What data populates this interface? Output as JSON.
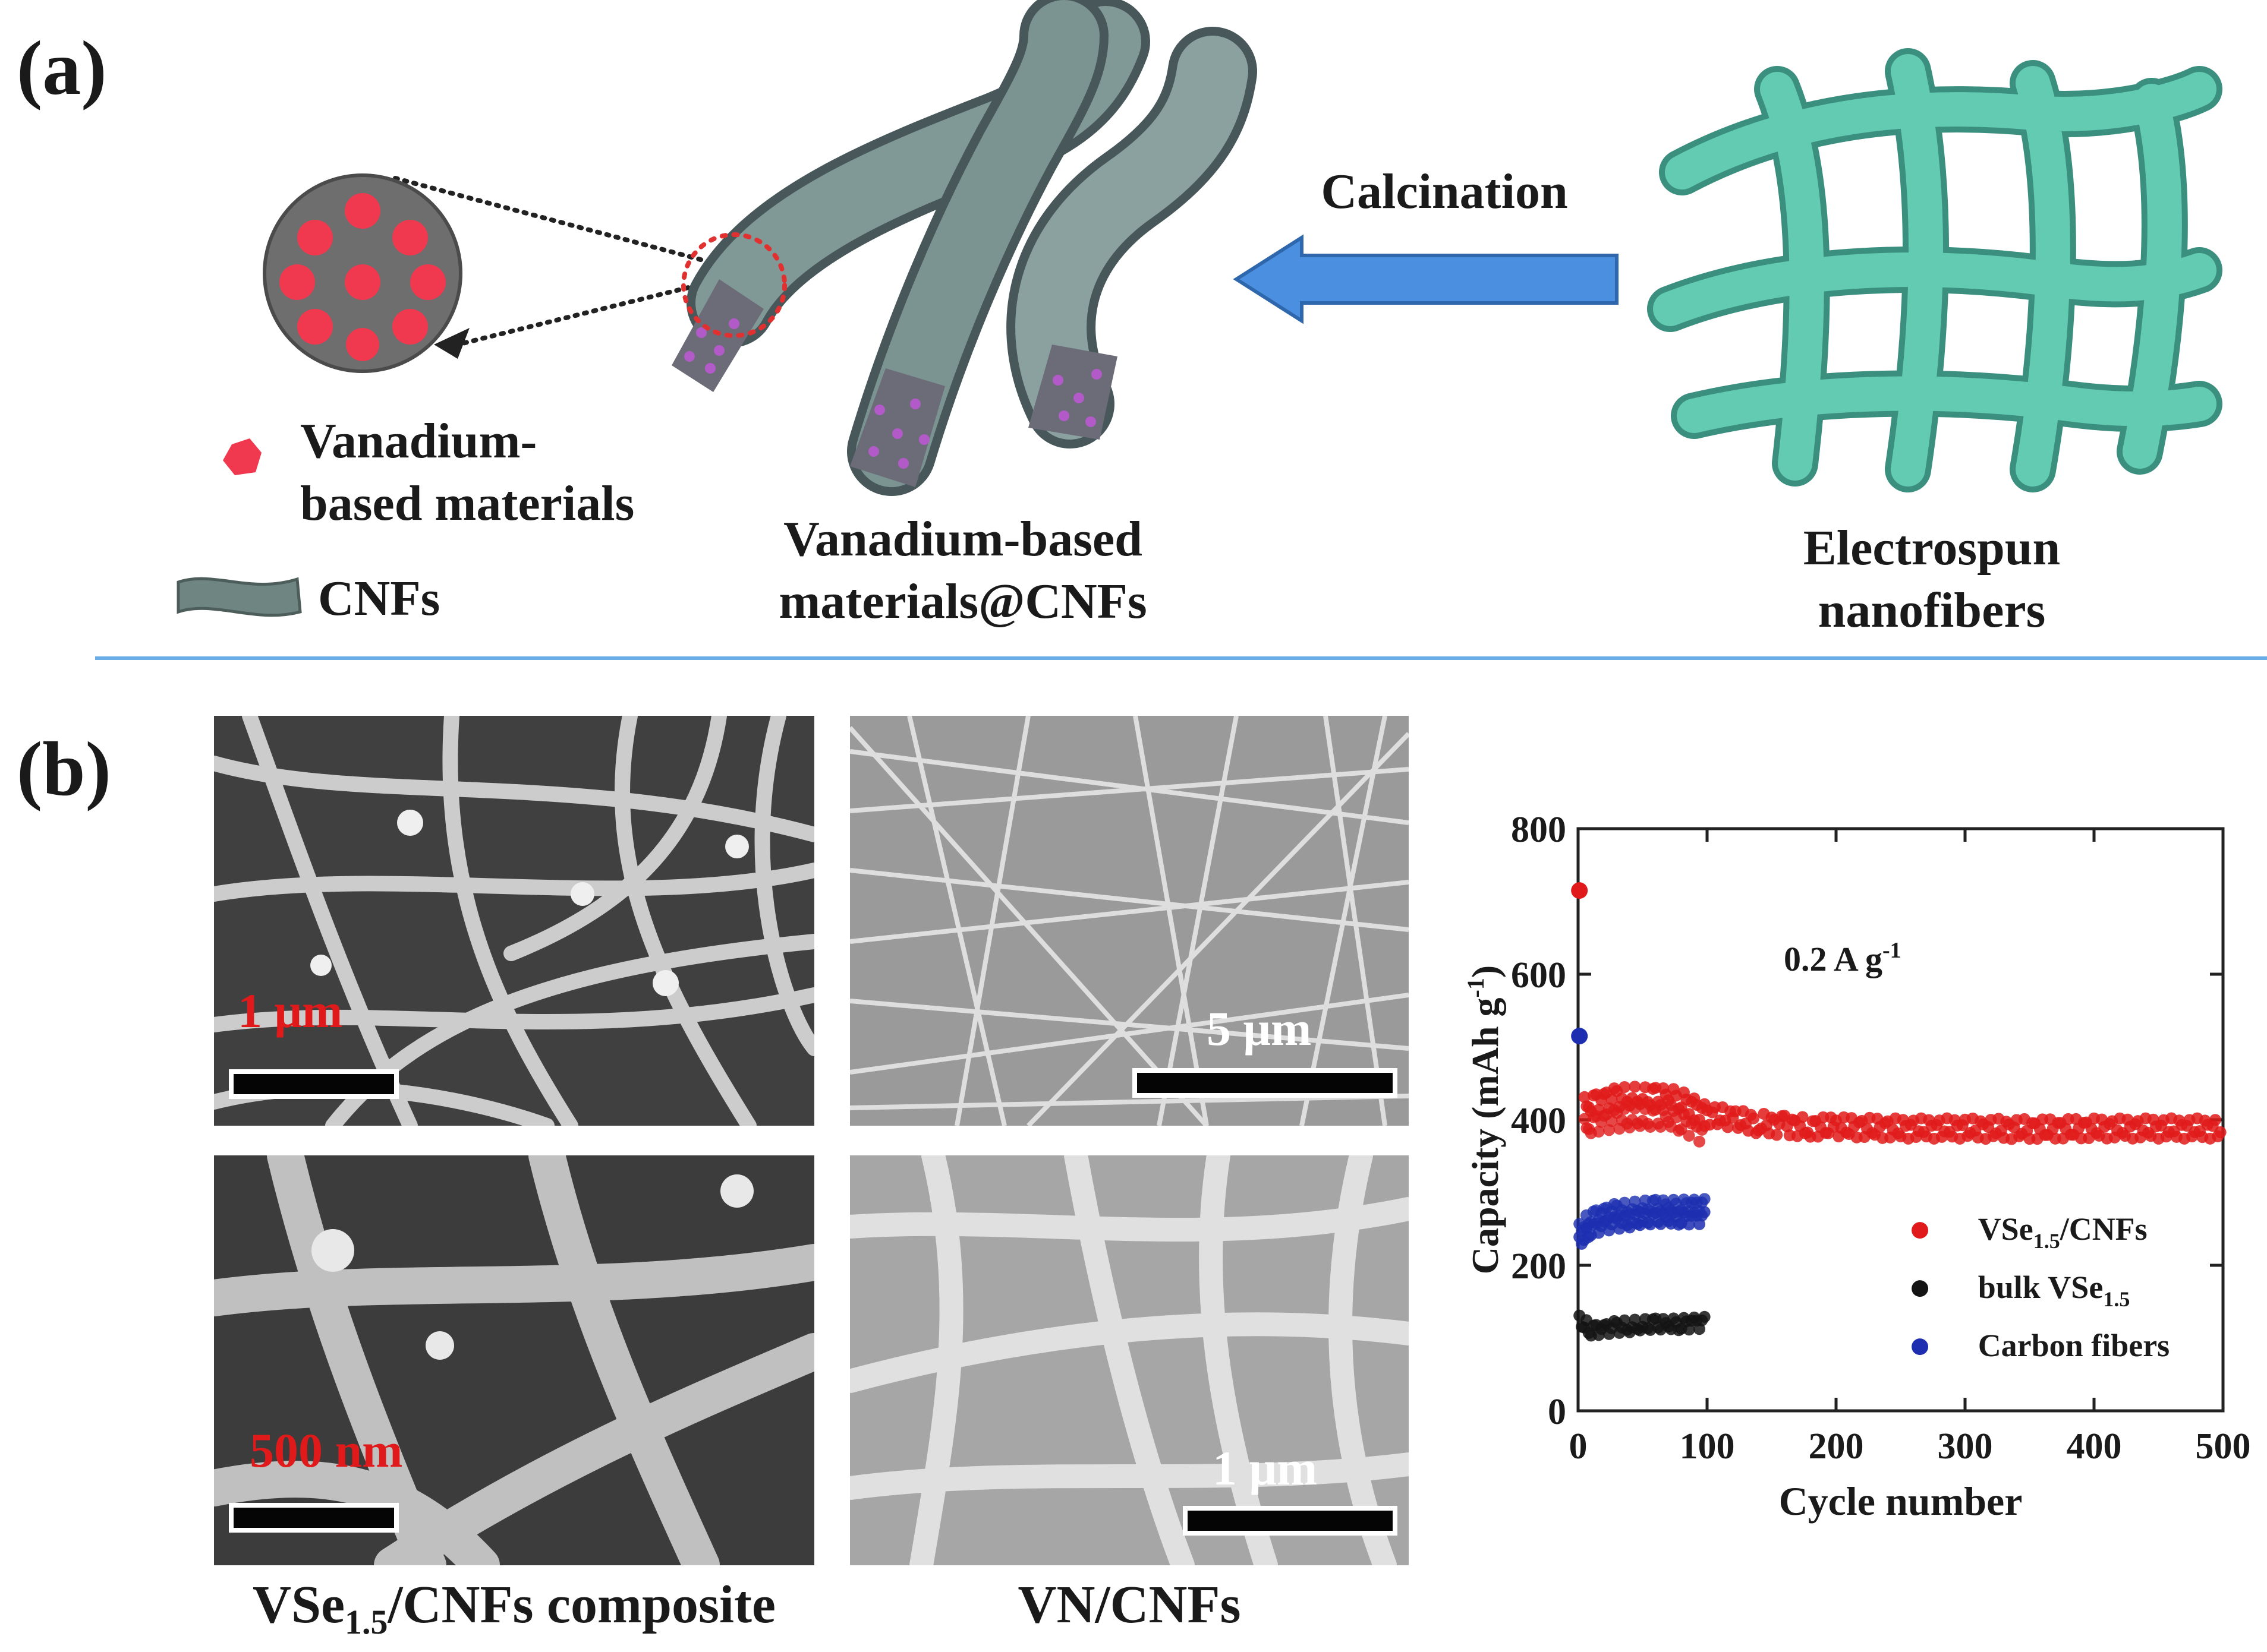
{
  "panel_a": {
    "label": "(a)",
    "calcination": "Calcination",
    "legend_vanadium": [
      "Vanadium-",
      "based materials"
    ],
    "legend_cnfs": "CNFs",
    "composite_label": [
      "Vanadium-based",
      "materials@CNFs"
    ],
    "electrospun_label": [
      "Electrospun",
      "nanofibers"
    ]
  },
  "panel_b": {
    "label": "(b)",
    "sem": {
      "scale_1": "1 μm",
      "scale_2": "5 μm",
      "scale_3": "500 nm",
      "scale_4": "1 μm"
    },
    "caption_left_main": "VSe",
    "caption_left_sub": "1.5",
    "caption_left_tail": "/CNFs composite",
    "caption_right": "VN/CNFs"
  },
  "colors": {
    "vanadium_dot": "#f0394f",
    "cnf_gray": "#6f8582",
    "nanofiber_teal": "#63cbb2",
    "arrow_blue": "#4a8fe0",
    "divider": "#6aaee8",
    "series_red": "#e01a1a",
    "series_black": "#141414",
    "series_blue": "#1d2fb0"
  },
  "chart_data": {
    "type": "scatter",
    "xlabel": "Cycle number",
    "ylabel": "Capacity (mAh g",
    "ylabel_sup": "-1",
    "ylabel_close": ")",
    "annotation": "0.2 A g",
    "annotation_sup": "-1",
    "xlim": [
      0,
      500
    ],
    "ylim": [
      0,
      800
    ],
    "xticks": [
      0,
      100,
      200,
      300,
      400,
      500
    ],
    "yticks": [
      0,
      200,
      400,
      600,
      800
    ],
    "legend_placement": "lower-right",
    "series": [
      {
        "legend_main": "VSe",
        "legend_sub": "1.5",
        "legend_tail": "/CNFs",
        "color": "#e01a1a",
        "first_point": [
          1,
          715
        ],
        "x": [
          5,
          10,
          20,
          30,
          40,
          50,
          60,
          70,
          80,
          90,
          100,
          120,
          140,
          160,
          180,
          200,
          250,
          300,
          350,
          400,
          450,
          500
        ],
        "y": [
          420,
          425,
          428,
          430,
          432,
          431,
          430,
          432,
          428,
          418,
          408,
          400,
          395,
          392,
          390,
          390,
          388,
          388,
          387,
          388,
          388,
          388
        ]
      },
      {
        "legend_main": "bulk VSe",
        "legend_sub": "1.5",
        "legend_tail": "",
        "color": "#141414",
        "x": [
          1,
          10,
          20,
          30,
          40,
          50,
          60,
          70,
          80,
          90,
          100
        ],
        "y": [
          122,
          112,
          113,
          115,
          116,
          117,
          118,
          119,
          120,
          121,
          122
        ]
      },
      {
        "legend_main": "Carbon fibers",
        "legend_sub": "",
        "legend_tail": "",
        "color": "#1d2fb0",
        "first_point": [
          1,
          515
        ],
        "x": [
          1,
          10,
          20,
          30,
          40,
          50,
          60,
          70,
          80,
          90,
          100
        ],
        "y": [
          230,
          250,
          255,
          258,
          260,
          262,
          263,
          264,
          265,
          265,
          266
        ]
      }
    ]
  }
}
